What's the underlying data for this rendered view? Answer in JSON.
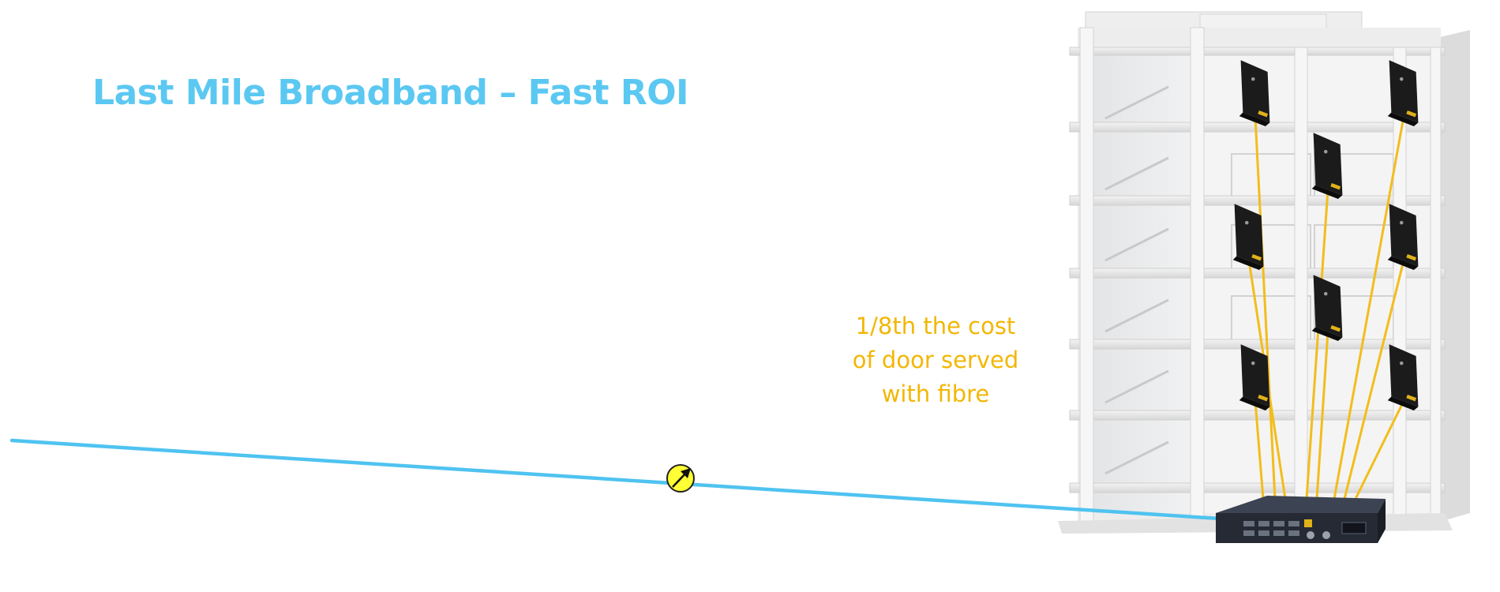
{
  "slide": {
    "title": "Last Mile Broadband – Fast ROI",
    "cost_note_lines": [
      "1/8th the cost",
      "of door served",
      "with fibre"
    ]
  },
  "colors": {
    "title": "#5bc8f2",
    "feed_line": "#4fc3f0",
    "note": "#f2b705",
    "coax": "#f2bd1c",
    "tap_fill": "#ffff33",
    "modem_body": "#1b1b1b",
    "switch_body": "#2d3340",
    "building": "#e9e9e9"
  },
  "icons": {
    "tap": "signal-tap-icon",
    "modem": "wall-modem-icon",
    "switch": "rack-switch-icon",
    "building": "apartment-building"
  }
}
